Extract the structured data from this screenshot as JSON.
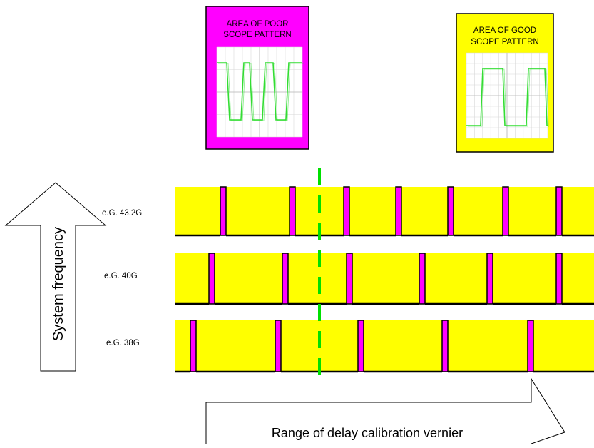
{
  "poor_card": {
    "line1": "AREA OF POOR",
    "line2": "SCOPE PATTERN",
    "color": "#ff00ff"
  },
  "good_card": {
    "line1": "AREA OF GOOD",
    "line2": "SCOPE PATTERN",
    "color": "#ffff00"
  },
  "vertical_arrow_label": "System frequency",
  "horizontal_arrow_label": "Range of delay calibration vernier",
  "rows": [
    {
      "label": "e.G. 43.2G"
    },
    {
      "label": "e.G. 40G"
    },
    {
      "label": "e.G. 38G"
    }
  ],
  "colors": {
    "band": "#ffff00",
    "pulse": "#ff00ff",
    "marker": "#00e000",
    "trace": "#33dd33"
  }
}
